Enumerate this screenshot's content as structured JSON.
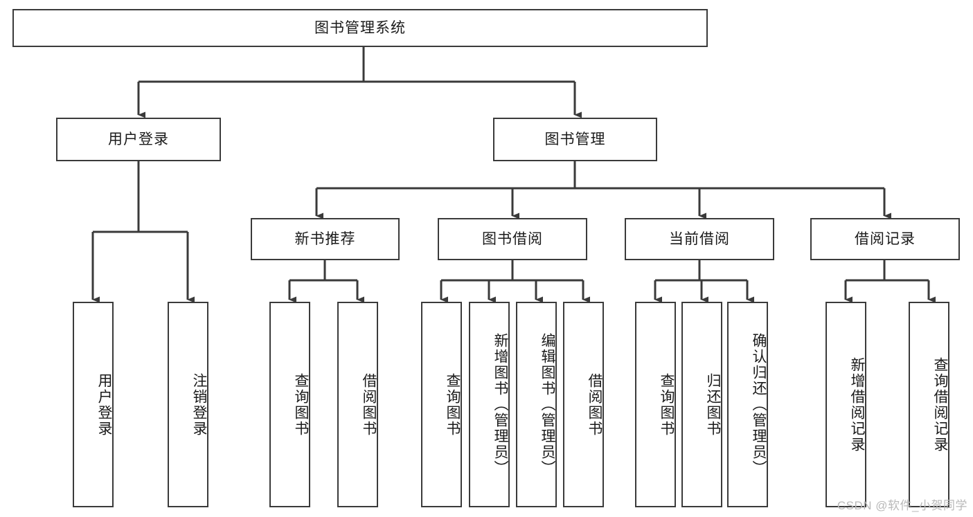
{
  "diagram": {
    "title": "图书管理系统",
    "type": "tree",
    "root": {
      "label": "图书管理系统"
    },
    "level1": [
      {
        "label": "用户登录"
      },
      {
        "label": "图书管理"
      }
    ],
    "level2": [
      {
        "label": "新书推荐"
      },
      {
        "label": "图书借阅"
      },
      {
        "label": "当前借阅"
      },
      {
        "label": "借阅记录"
      }
    ],
    "leaves": {
      "user_login": [
        {
          "label": "用户登录"
        },
        {
          "label": "注销登录"
        }
      ],
      "new_book_recommend": [
        {
          "label": "查询图书"
        },
        {
          "label": "借阅图书"
        }
      ],
      "book_borrow": [
        {
          "label": "查询图书"
        },
        {
          "label": "新增图书（管理员）"
        },
        {
          "label": "编辑图书（管理员）"
        },
        {
          "label": "借阅图书"
        }
      ],
      "current_borrow": [
        {
          "label": "查询图书"
        },
        {
          "label": "归还图书"
        },
        {
          "label": "确认归还（管理员）"
        }
      ],
      "borrow_record": [
        {
          "label": "新增借阅记录"
        },
        {
          "label": "查询借阅记录"
        }
      ]
    }
  },
  "watermark": {
    "text": "CSDN @软件_小贺同学"
  },
  "colors": {
    "stroke": "#3a3a3a",
    "text": "#1a1a1a",
    "background": "#ffffff",
    "watermark": "#b9b9b9"
  }
}
